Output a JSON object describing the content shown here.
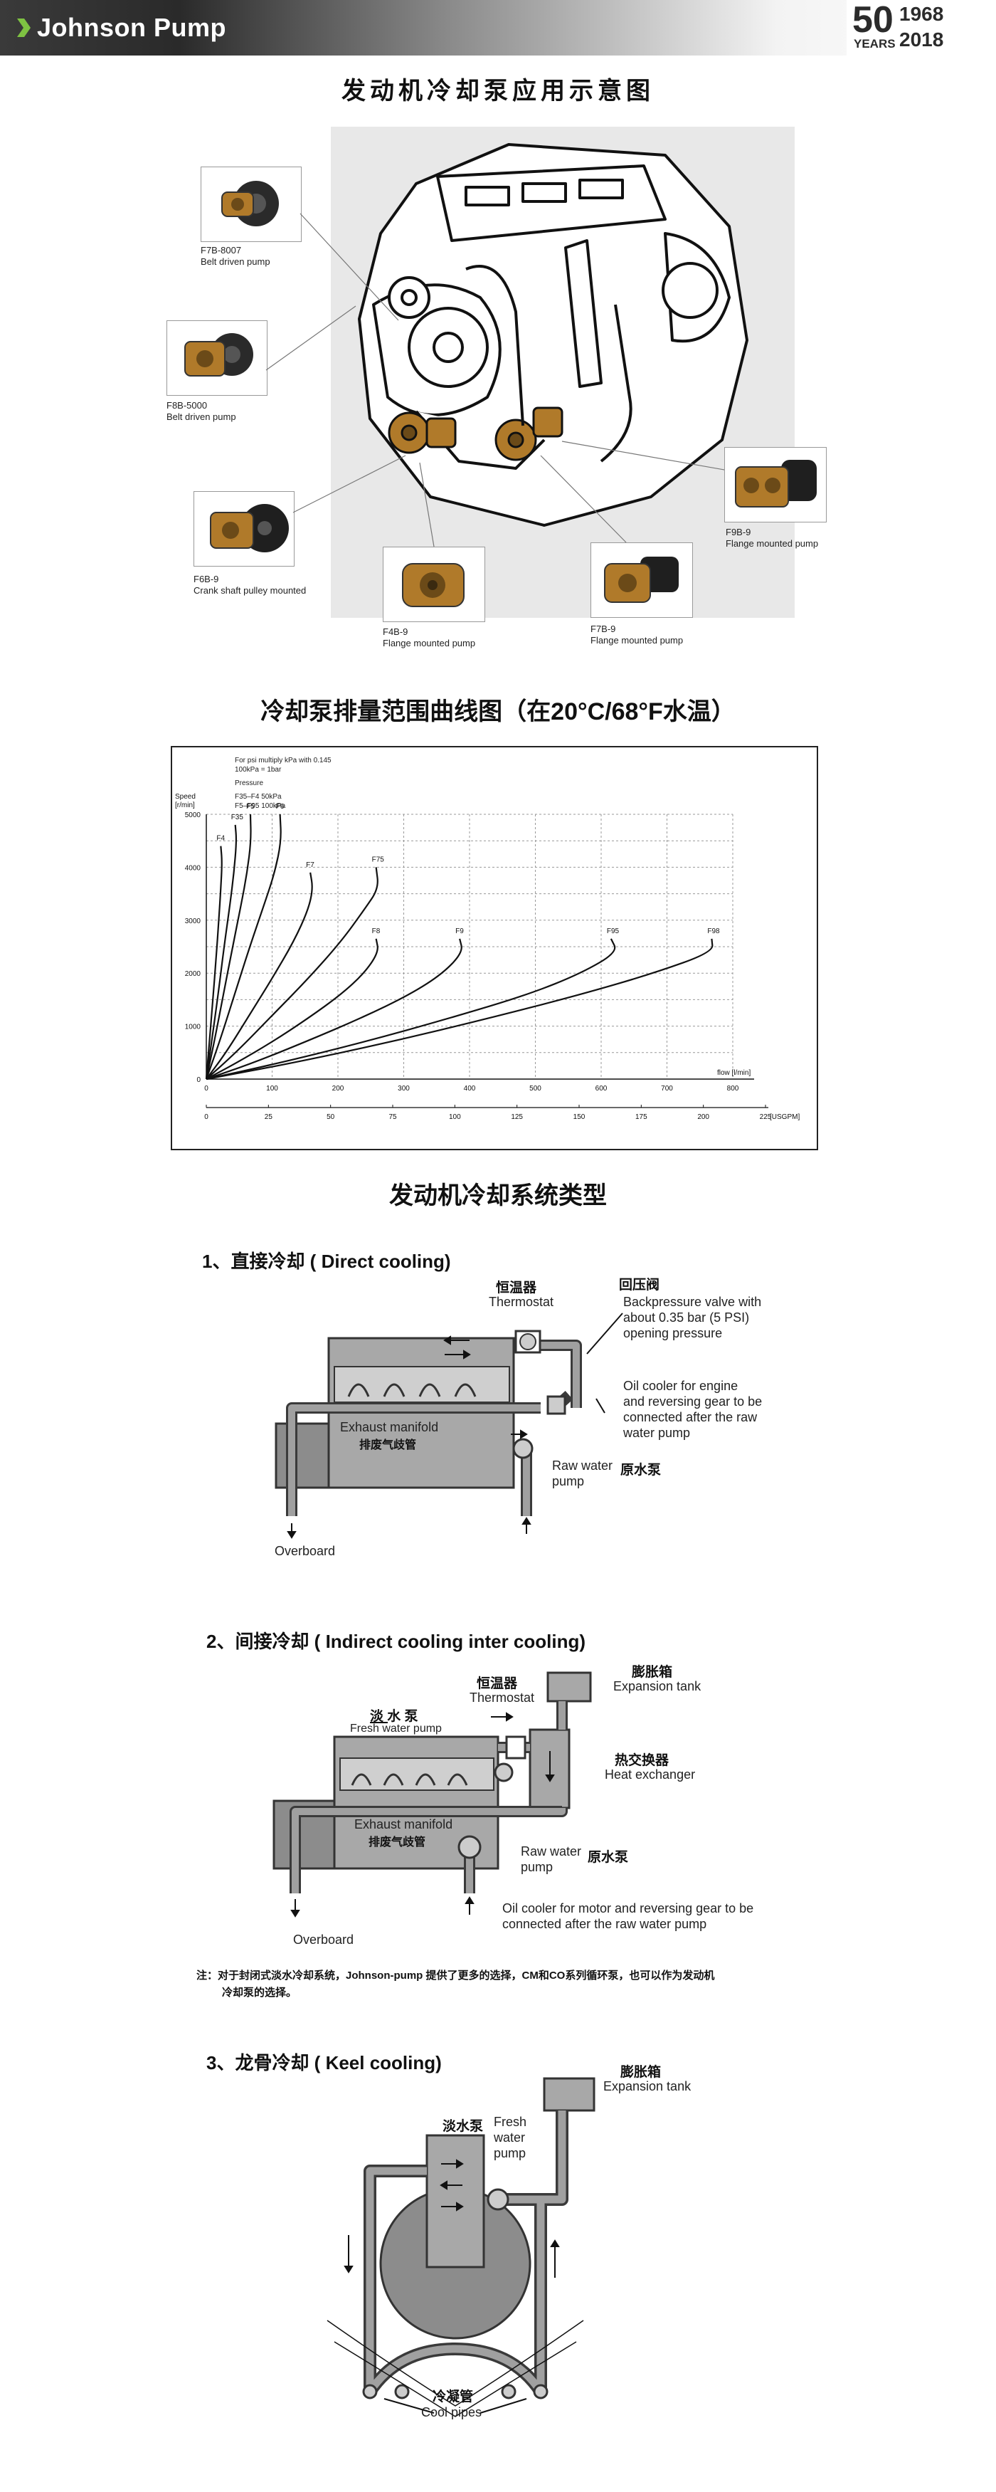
{
  "header": {
    "brand": "Johnson Pump",
    "anniversary_number": "50",
    "anniversary_years_label": "YEARS",
    "year_start": "1968",
    "year_end": "2018"
  },
  "section1": {
    "title": "发动机冷却泵应用示意图",
    "pumps": [
      {
        "model": "F7B-8007",
        "desc": "Belt driven pump"
      },
      {
        "model": "F8B-5000",
        "desc": "Belt driven pump"
      },
      {
        "model": "F6B-9",
        "desc": "Crank shaft pulley mounted"
      },
      {
        "model": "F4B-9",
        "desc": "Flange mounted pump"
      },
      {
        "model": "F7B-9",
        "desc": "Flange mounted pump"
      },
      {
        "model": "F9B-9",
        "desc": "Flange mounted pump"
      }
    ]
  },
  "section2": {
    "title": "冷却泵排量范围曲线图（在20°C/68°F水温）",
    "chart_data": {
      "type": "line",
      "notes": [
        "For psi multiply kPa with 0.145",
        "100kPa = 1bar",
        "Pressure",
        "F35–F4   50kPa",
        "F5–F95   100kPa"
      ],
      "ylabel": "Speed [r/min]",
      "ylim": [
        0,
        5000
      ],
      "yticks": [
        0,
        1000,
        2000,
        3000,
        4000,
        5000
      ],
      "xlabel_top": "flow [l/min]",
      "xlim_top": [
        0,
        800
      ],
      "xticks_top": [
        0,
        100,
        200,
        300,
        400,
        500,
        600,
        700,
        800
      ],
      "xlabel_bottom": "[USGPM]",
      "xlim_bottom": [
        0,
        225
      ],
      "xticks_bottom": [
        0,
        25,
        50,
        75,
        100,
        125,
        150,
        175,
        200,
        225
      ],
      "grid": true,
      "series": [
        {
          "name": "F4",
          "flow": [
            0,
            4,
            10,
            15,
            19,
            22,
            24,
            22
          ],
          "speed": [
            0,
            600,
            1500,
            2300,
            3000,
            3600,
            4100,
            4400
          ]
        },
        {
          "name": "F35",
          "flow": [
            0,
            8,
            18,
            27,
            36,
            42,
            46,
            44
          ],
          "speed": [
            0,
            700,
            1600,
            2500,
            3300,
            3900,
            4500,
            4800
          ]
        },
        {
          "name": "F5",
          "flow": [
            0,
            12,
            26,
            40,
            53,
            62,
            68,
            67
          ],
          "speed": [
            0,
            700,
            1600,
            2500,
            3300,
            3900,
            4500,
            5000
          ]
        },
        {
          "name": "F6",
          "flow": [
            0,
            20,
            43,
            66,
            88,
            104,
            114,
            112
          ],
          "speed": [
            0,
            700,
            1600,
            2500,
            3300,
            3900,
            4500,
            5000
          ]
        },
        {
          "name": "F7",
          "flow": [
            0,
            30,
            65,
            100,
            133,
            155,
            162,
            158
          ],
          "speed": [
            0,
            500,
            1200,
            1900,
            2600,
            3200,
            3600,
            3900
          ]
        },
        {
          "name": "F75",
          "flow": [
            0,
            45,
            100,
            155,
            205,
            240,
            262,
            258
          ],
          "speed": [
            0,
            500,
            1200,
            1900,
            2600,
            3200,
            3600,
            4000
          ]
        },
        {
          "name": "F8",
          "flow": [
            0,
            45,
            100,
            155,
            205,
            240,
            262,
            258
          ],
          "speed": [
            0,
            300,
            700,
            1150,
            1600,
            2000,
            2400,
            2650
          ]
        },
        {
          "name": "F9",
          "flow": [
            0,
            70,
            150,
            235,
            310,
            360,
            390,
            385
          ],
          "speed": [
            0,
            300,
            700,
            1150,
            1600,
            2000,
            2400,
            2650
          ]
        },
        {
          "name": "F95",
          "flow": [
            0,
            110,
            240,
            370,
            490,
            570,
            625,
            615
          ],
          "speed": [
            0,
            300,
            700,
            1150,
            1600,
            2000,
            2400,
            2650
          ]
        },
        {
          "name": "F98",
          "flow": [
            0,
            130,
            280,
            430,
            570,
            680,
            770,
            768
          ],
          "speed": [
            0,
            300,
            700,
            1150,
            1600,
            2000,
            2400,
            2650
          ]
        }
      ]
    }
  },
  "section3": {
    "title": "发动机冷却系统类型",
    "direct": {
      "heading": "1、直接冷却 ( Direct cooling)",
      "thermostat_cn": "恒温器",
      "thermostat_en": "Thermostat",
      "backpressure_cn": "回压阀",
      "backpressure_en": [
        "Backpressure valve with",
        "about 0.35 bar (5 PSI)",
        "opening pressure"
      ],
      "oil_cooler": [
        "Oil cooler for engine",
        "and reversing gear to be",
        "connected after the raw",
        "water pump"
      ],
      "exhaust_en": "Exhaust manifold",
      "exhaust_cn": "排废气歧管",
      "raw_pump_en": [
        "Raw water",
        "pump"
      ],
      "raw_pump_cn": "原水泵",
      "overboard": "Overboard"
    },
    "indirect": {
      "heading": "2、间接冷却 ( Indirect cooling inter cooling)",
      "fresh_pump_cn": "淡 水 泵",
      "fresh_pump_en": "Fresh water pump",
      "thermostat_cn": "恒温器",
      "thermostat_en": "Thermostat",
      "expansion_cn": "膨胀箱",
      "expansion_en": "Expansion tank",
      "heat_ex_cn": "热交换器",
      "heat_ex_en": "Heat exchanger",
      "exhaust_en": "Exhaust manifold",
      "exhaust_cn": "排废气歧管",
      "raw_pump_en": [
        "Raw water",
        "pump"
      ],
      "raw_pump_cn": "原水泵",
      "oil_cooler": [
        "Oil cooler for motor and reversing gear to be",
        "connected after the raw water pump"
      ],
      "overboard": "Overboard"
    },
    "note": [
      "注：对于封闭式淡水冷却系统，Johnson-pump 提供了更多的选择，CM和CO系列循环泵，也可以作为发动机",
      "冷却泵的选择。"
    ],
    "keel": {
      "heading": "3、龙骨冷却 ( Keel cooling)",
      "expansion_cn": "膨胀箱",
      "expansion_en": "Expansion tank",
      "fresh_pump_cn": "淡水泵",
      "fresh_pump_en": [
        "Fresh",
        "water",
        "pump"
      ],
      "cool_pipes_cn": "冷凝管",
      "cool_pipes_en": "Cool pipes"
    }
  },
  "colors": {
    "pipe": "#8c8c8c",
    "pipe_dark": "#3a3a3a",
    "engine": "#9a9a9a",
    "bronze": "#b07a2a"
  }
}
